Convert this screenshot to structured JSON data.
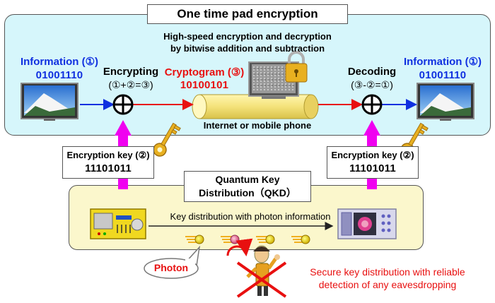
{
  "title": "One time pad encryption",
  "subtitle_line1": "High-speed encryption and decryption",
  "subtitle_line2": "by bitwise addition and subtraction",
  "left_info": {
    "label": "Information (①)",
    "bits": "01001110"
  },
  "right_info": {
    "label": "Information (①)",
    "bits": "01001110"
  },
  "encrypting": {
    "label": "Encrypting",
    "formula": "(①+②=③)"
  },
  "decoding": {
    "label": "Decoding",
    "formula": "(③-②=①)"
  },
  "cryptogram": {
    "label": "Cryptogram (③)",
    "bits": "10100101"
  },
  "channel_label": "Internet or mobile phone",
  "key_left": {
    "label": "Encryption key (②)",
    "bits": "11101011"
  },
  "key_right": {
    "label": "Encryption key (②)",
    "bits": "11101011"
  },
  "qkd": {
    "line1": "Quantum Key",
    "line2": "Distribution（QKD）"
  },
  "key_distribution_label": "Key distribution with photon information",
  "photon_label": "Photon",
  "secure_line1": "Secure key distribution with reliable",
  "secure_line2": "detection of any eavesdropping",
  "colors": {
    "blue": "#1030e0",
    "red": "#e81010",
    "magenta": "#f000f0",
    "top_panel": "#d6f6fb",
    "bottom_panel": "#fbf7cc"
  },
  "icons": [
    "monitor-icon",
    "xor-operator-icon",
    "key-icon",
    "padlock-icon",
    "photon-icon",
    "transmitter-device-icon",
    "receiver-device-icon",
    "eavesdropper-icon"
  ]
}
